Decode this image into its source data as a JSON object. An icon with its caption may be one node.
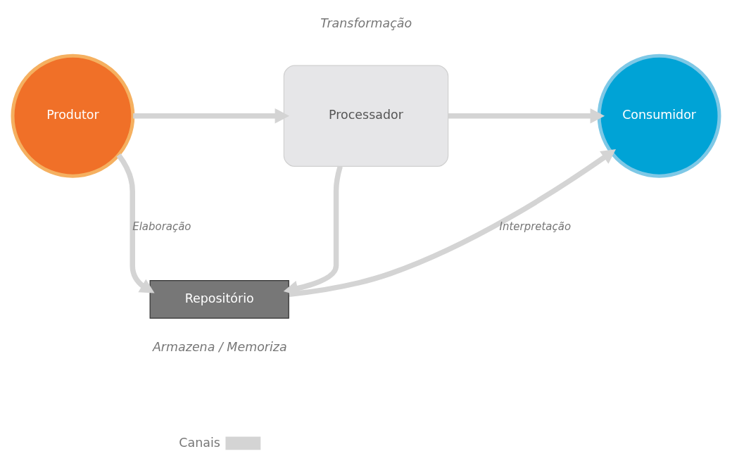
{
  "diagram": {
    "nodes": [
      {
        "text": [
          "Produtor"
        ]
      },
      {
        "text": [
          "Processador"
        ],
        "beside": [
          "Transformação"
        ]
      },
      {
        "text": [
          "Consumidor"
        ]
      },
      {
        "text": [
          "Repositório"
        ],
        "beside": [
          "Armazena / Memoriza"
        ]
      }
    ],
    "edges": [
      {
        "from": 0,
        "to": 1,
        "arrow": "to"
      },
      {
        "from": 1,
        "to": 2,
        "arrow": "to"
      },
      {
        "from": 1,
        "to": 3,
        "arrow": "to"
      },
      {
        "from": 0,
        "to": 3,
        "arrow": "to",
        "label": "Elaboração"
      },
      {
        "from": 3,
        "to": 2,
        "arrow": "to",
        "label": "Interpretação"
      }
    ],
    "legend": [
      {
        "text": "Canais"
      }
    ]
  }
}
